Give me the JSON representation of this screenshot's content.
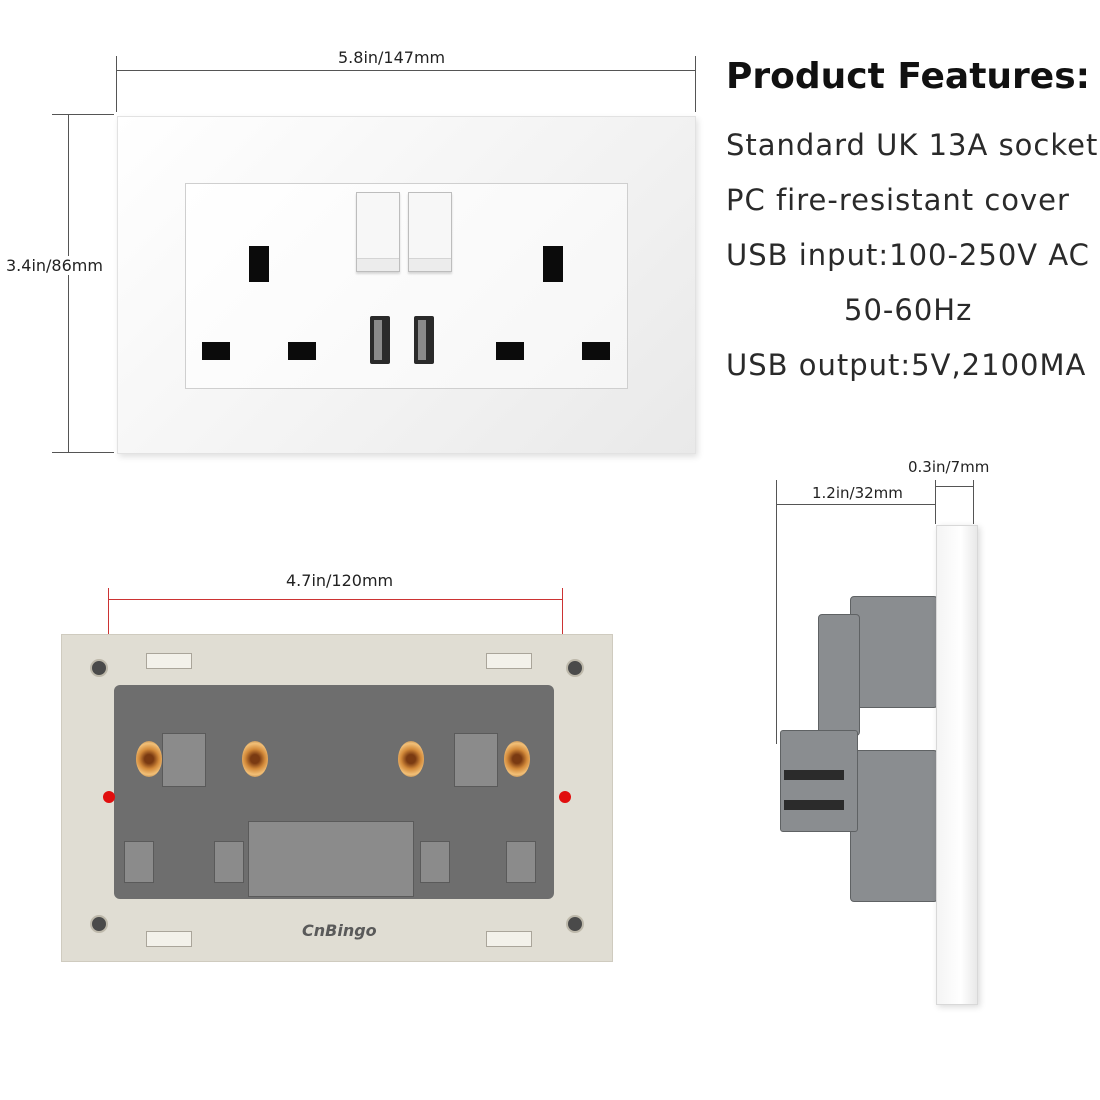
{
  "dimensions": {
    "front_width": "5.8in/147mm",
    "front_height": "3.4in/86mm",
    "back_hole_spacing": "4.7in/120mm",
    "side_depth": "1.2in/32mm",
    "side_plate": "0.3in/7mm"
  },
  "features": {
    "title": "Product Features:",
    "items": [
      "Standard UK 13A socket",
      "PC fire-resistant cover",
      "USB input:100-250V AC",
      "50-60Hz",
      "USB output:5V,2100MA"
    ]
  },
  "back": {
    "brand": "CnBingo"
  },
  "colors": {
    "marker": "#e10e0e",
    "plate": "#ffffff",
    "back_frame": "#e0ddd3",
    "back_core": "#6e6e6e"
  }
}
